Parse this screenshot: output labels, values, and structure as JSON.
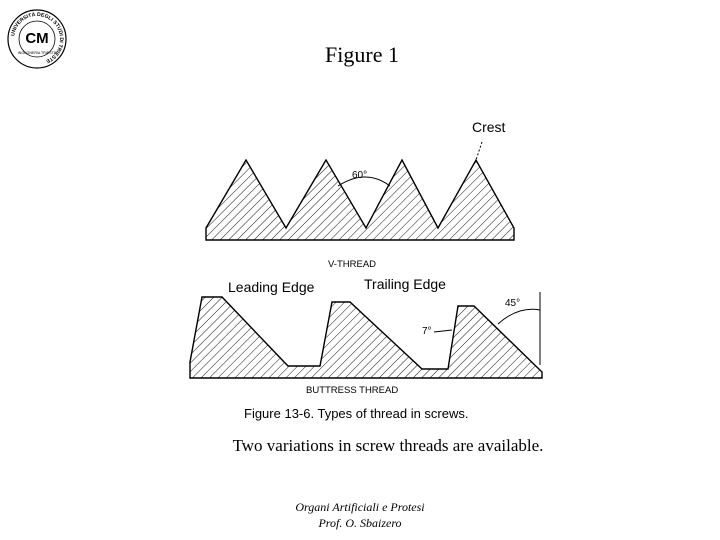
{
  "logo": {
    "monogram": "CM",
    "ring_text": "UNIVERSITÀ DEGLI STUDI DI TRIESTE",
    "inner_text": "INGEGNERIA TRIESTE"
  },
  "slide": {
    "title": "Figure 1",
    "caption": "Two variations in screw threads are available."
  },
  "diagram": {
    "crest_label": "Crest",
    "v_angle_label": "60°",
    "v_thread_label": "V-THREAD",
    "leading_edge_label": "Leading Edge",
    "trailing_edge_label": "Trailing Edge",
    "buttress_angle_large": "45°",
    "buttress_angle_small": "7°",
    "buttress_label": "BUTTRESS THREAD",
    "figure_caption": "Figure 13-6. Types of thread in screws."
  },
  "footer": {
    "line1": "Organi Artificiali e Protesi",
    "line2": "Prof. O. Sbaizero"
  }
}
